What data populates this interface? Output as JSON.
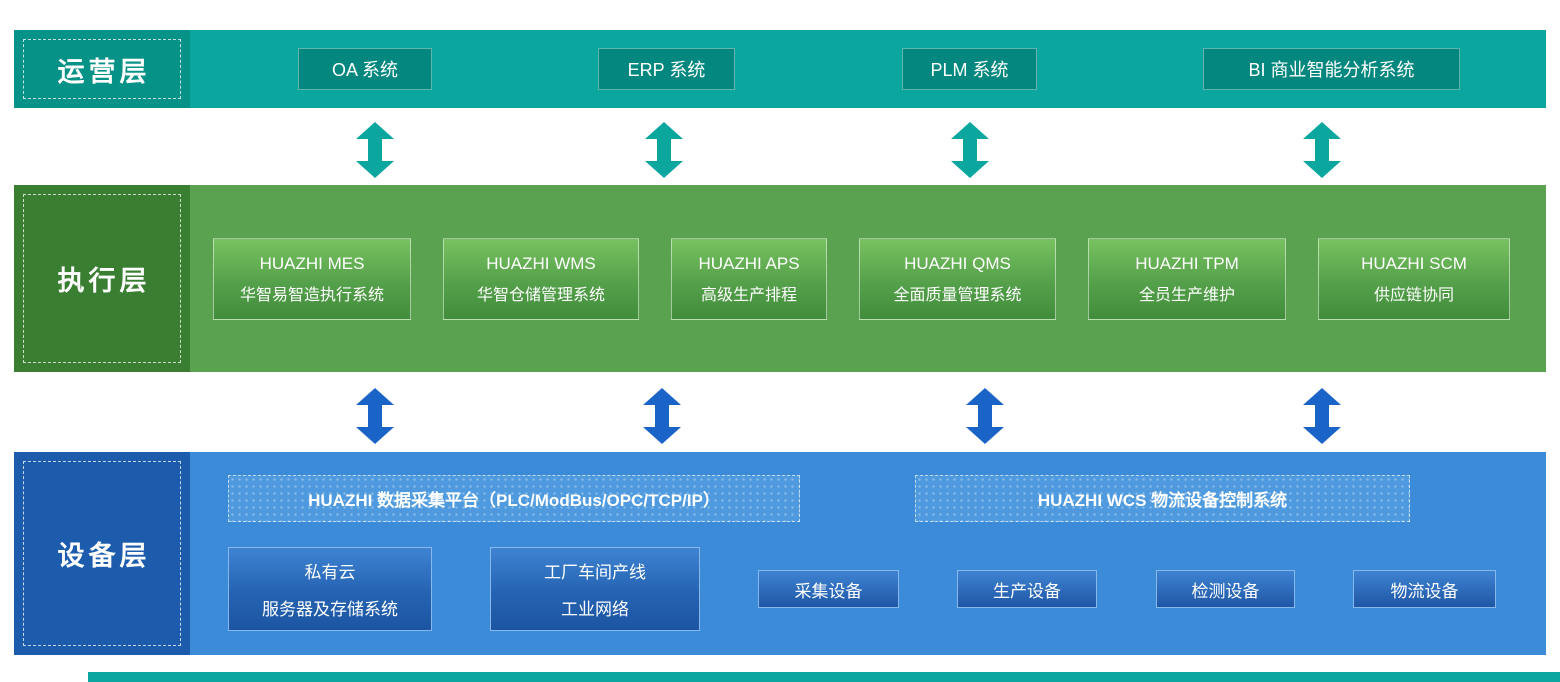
{
  "layers": {
    "operations": {
      "label": "运营层",
      "systems": [
        {
          "label": "OA 系统"
        },
        {
          "label": "ERP 系统"
        },
        {
          "label": "PLM 系统"
        },
        {
          "label": "BI 商业智能分析系统"
        }
      ]
    },
    "execution": {
      "label": "执行层",
      "systems": [
        {
          "title": "HUAZHI MES",
          "subtitle": "华智易智造执行系统"
        },
        {
          "title": "HUAZHI WMS",
          "subtitle": "华智仓储管理系统"
        },
        {
          "title": "HUAZHI APS",
          "subtitle": "高级生产排程"
        },
        {
          "title": "HUAZHI QMS",
          "subtitle": "全面质量管理系统"
        },
        {
          "title": "HUAZHI TPM",
          "subtitle": "全员生产维护"
        },
        {
          "title": "HUAZHI SCM",
          "subtitle": "供应链协同"
        }
      ]
    },
    "devices": {
      "label": "设备层",
      "platforms": [
        {
          "label": "HUAZHI 数据采集平台（PLC/ModBus/OPC/TCP/IP）"
        },
        {
          "label": "HUAZHI WCS 物流设备控制系统"
        }
      ],
      "infrastructure": [
        {
          "line1": "私有云",
          "line2": "服务器及存储系统"
        },
        {
          "line1": "工厂车间产线",
          "line2": "工业网络"
        }
      ],
      "equipment": [
        {
          "label": "采集设备"
        },
        {
          "label": "生产设备"
        },
        {
          "label": "检测设备"
        },
        {
          "label": "物流设备"
        }
      ]
    }
  },
  "colors": {
    "operations_band": "#0ba69e",
    "operations_label_bg": "#079287",
    "operations_button": "#03877f",
    "execution_band": "#5aa150",
    "execution_label_bg": "#3a7e32",
    "devices_band": "#3c8bd8",
    "devices_label_bg": "#1d5cac",
    "arrow_teal": "#0ba69e",
    "arrow_blue": "#1a64c8"
  }
}
